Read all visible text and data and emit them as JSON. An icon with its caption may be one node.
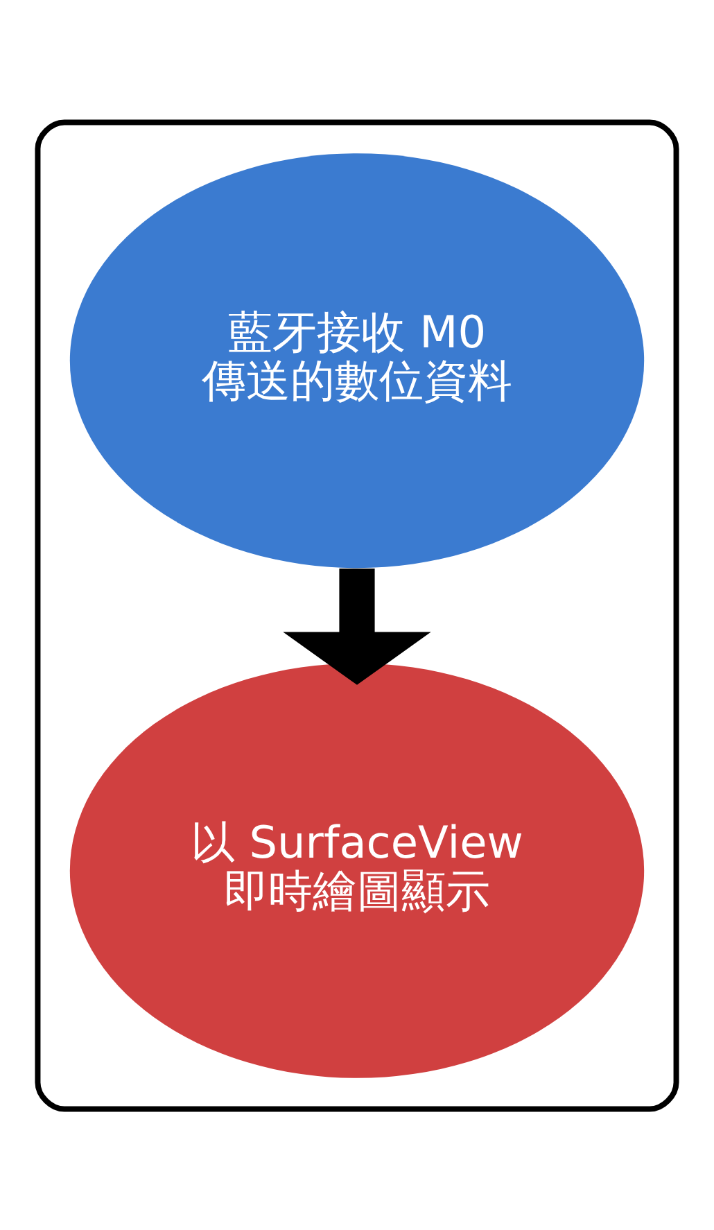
{
  "diagram": {
    "nodes": [
      {
        "text": [],
        "shape": "box"
      },
      {
        "text": [
          "藍牙接收 M0 傳送的數位資料"
        ],
        "in": 0
      },
      {
        "text": [
          "以 SurfaceView 即時繪圖顯示"
        ],
        "in": 0
      }
    ],
    "edges": [
      {
        "from": 1,
        "to": 2,
        "arrow": "to"
      }
    ]
  }
}
